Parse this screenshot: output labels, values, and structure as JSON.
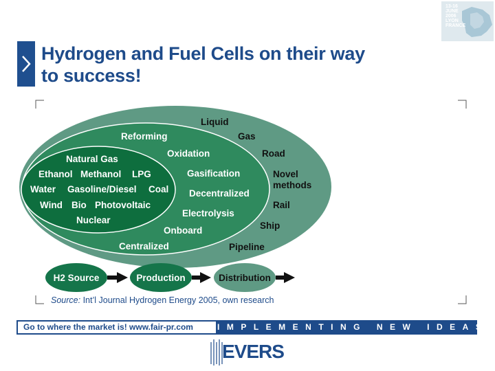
{
  "title": {
    "line1": "Hydrogen and Fuel Cells on their way",
    "line2": "to success!"
  },
  "badge": {
    "text": "13-16\nJUNE\n2006\nLYON\nFRANCE"
  },
  "diagram": {
    "outer_labels": [
      "Liquid",
      "Gas",
      "Road",
      "Novel",
      "methods",
      "Rail",
      "Ship",
      "Pipeline"
    ],
    "middle_labels": [
      "Reforming",
      "Oxidation",
      "Gasification",
      "Decentralized",
      "Electrolysis",
      "Onboard",
      "Centralized"
    ],
    "inner_labels": [
      "Natural Gas",
      "Ethanol",
      "Methanol",
      "LPG",
      "Water",
      "Gasoline/Diesel",
      "Coal",
      "Wind",
      "Bio",
      "Photovoltaic",
      "Nuclear"
    ],
    "steps": [
      "H2 Source",
      "Production",
      "Distribution"
    ],
    "colors": {
      "outer": "#5f9a84",
      "middle": "#2f8a5e",
      "inner": "#0e6e3e",
      "step_dark": "#15754a",
      "step_light": "#5f9a84"
    }
  },
  "source": {
    "prefix": "Source:",
    "text": " Int’l Journal Hydrogen Energy 2005, own research"
  },
  "footer": {
    "left_text": "Go to where the market is!   www.fair-pr.com",
    "right_text": "IMPLEMENTING NEW IDEAS"
  },
  "logo": {
    "text": "EVERS"
  }
}
